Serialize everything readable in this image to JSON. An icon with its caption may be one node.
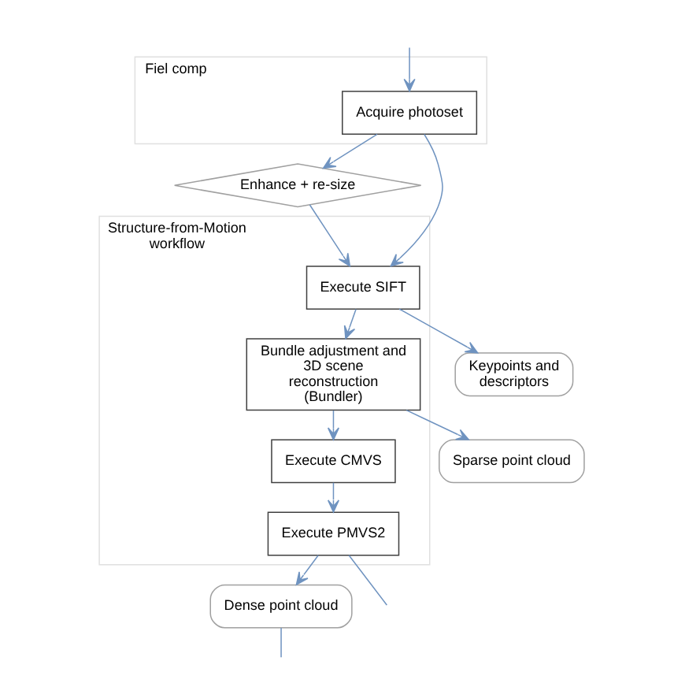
{
  "diagram": {
    "nodes": [
      {
        "text": [
          "Fiel comp"
        ]
      },
      {
        "text": [
          "Acquire photoset"
        ],
        "in": 0
      },
      {
        "text": [
          "Enhance + re-size"
        ]
      },
      {
        "text": [
          "Structure-from-Motion workflow"
        ]
      },
      {
        "text": [
          "Execute SIFT"
        ],
        "in": 3
      },
      {
        "text": [
          "Keypoints and descriptors"
        ]
      },
      {
        "text": [
          "Bundle adjustment and 3D scene reconstruction (Bundler)"
        ],
        "in": 3
      },
      {
        "text": [
          "Sparse point cloud"
        ]
      },
      {
        "text": [
          "Execute CMVS"
        ],
        "in": 3
      },
      {
        "text": [
          "Execute PMVS2"
        ],
        "in": 3
      },
      {
        "text": [
          "Dense point cloud"
        ]
      }
    ],
    "edges": [
      {
        "from": 0,
        "to": 1,
        "arrow": "to"
      },
      {
        "from": 1,
        "to": 2,
        "arrow": "to"
      },
      {
        "from": 1,
        "to": 4,
        "arrow": "to"
      },
      {
        "from": 2,
        "to": 4,
        "arrow": "to"
      },
      {
        "from": 4,
        "to": 5,
        "arrow": "to"
      },
      {
        "from": 4,
        "to": 6,
        "arrow": "to"
      },
      {
        "from": 6,
        "to": 7,
        "arrow": "to"
      },
      {
        "from": 6,
        "to": 8,
        "arrow": "to"
      },
      {
        "from": 8,
        "to": 9,
        "arrow": "to"
      },
      {
        "from": 9,
        "to": 10,
        "arrow": "to"
      },
      {
        "from": 9,
        "to": null,
        "arrow": "none"
      },
      {
        "from": 10,
        "to": null,
        "arrow": "none"
      }
    ]
  }
}
